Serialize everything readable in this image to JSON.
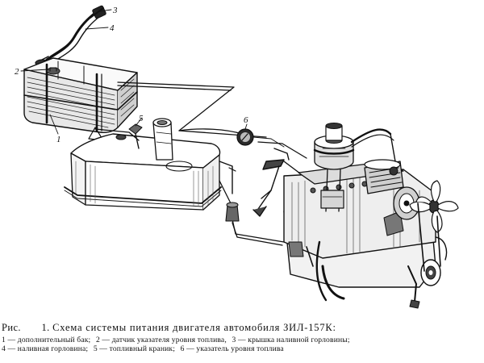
{
  "figure": {
    "label": "Рис.",
    "number": "1.",
    "title": "Схема системы питания двигателя автомобиля ЗИЛ-157К:",
    "callouts": [
      "1",
      "2",
      "3",
      "4",
      "5",
      "6"
    ],
    "legend": [
      "1 — дополнительный бак;",
      "2 — датчик указателя уровня топлива,",
      "3 — крышка наливной горловины;",
      "4 — наливная горловина;",
      "5 — топливный краник;",
      "6 — указатель уровня топлива"
    ]
  }
}
